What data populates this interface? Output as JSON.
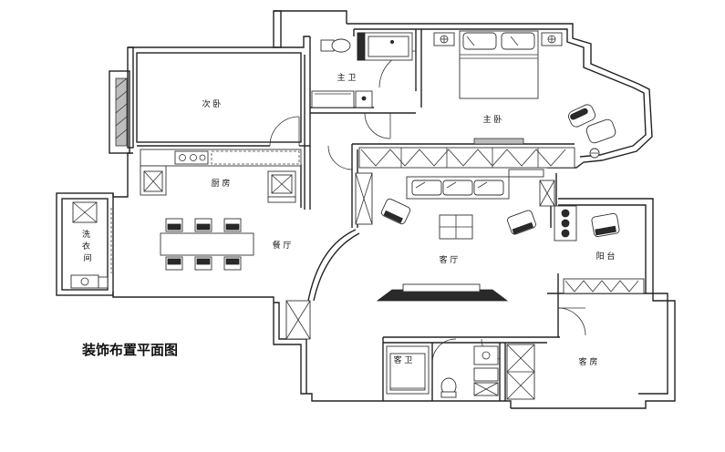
{
  "title": "装饰布置平面图",
  "rooms": {
    "second_bedroom": "次 卧",
    "master_bath": "主 卫",
    "master_bedroom": "主 卧",
    "kitchen": "厨 房",
    "laundry": "洗\n衣\n间",
    "dining": "餐 厅",
    "living": "客 厅",
    "balcony": "阳 台",
    "guest_bath": "客 卫",
    "guest_room": "客 房"
  }
}
